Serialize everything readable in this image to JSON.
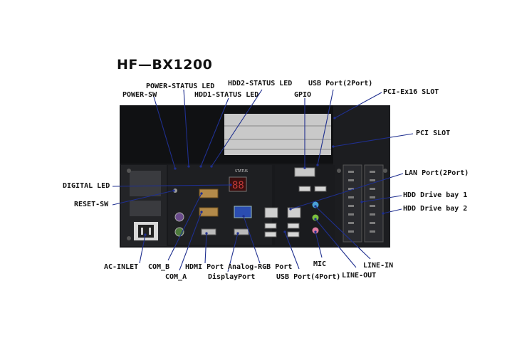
{
  "title": "HF—BX1200",
  "labels": {
    "power_sw": "POWER-SW",
    "power_status_led": "POWER-STATUS LED",
    "hdd1_status_led": "HDD1-STATUS LED",
    "hdd2_status_led": "HDD2-STATUS LED",
    "gpio": "GPIO",
    "usb_port_2": "USB Port(2Port)",
    "pcie_slot": "PCI-Ex16 SLOT",
    "pci_slot": "PCI SLOT",
    "digital_led": "DIGITAL LED",
    "reset_sw": "RESET-SW",
    "lan_port": "LAN Port(2Port)",
    "hdd_bay_1": "HDD Drive bay 1",
    "hdd_bay_2": "HDD Drive bay 2",
    "ac_inlet": "AC-INLET",
    "com_b": "COM_B",
    "com_a": "COM_A",
    "hdmi_port": "HDMI Port",
    "displayport": "DisplayPort",
    "analog_rgb": "Analog-RGB Port",
    "usb_port_4": "USB Port(4Port)",
    "mic": "MIC",
    "line_out": "LINE-OUT",
    "line_in": "LINE-IN"
  },
  "panel": {
    "status_text": "STATUS",
    "led_digits": "88"
  },
  "colors": {
    "leader": "#1f2f8f",
    "chassis": "#18191c",
    "title": "#111111"
  }
}
